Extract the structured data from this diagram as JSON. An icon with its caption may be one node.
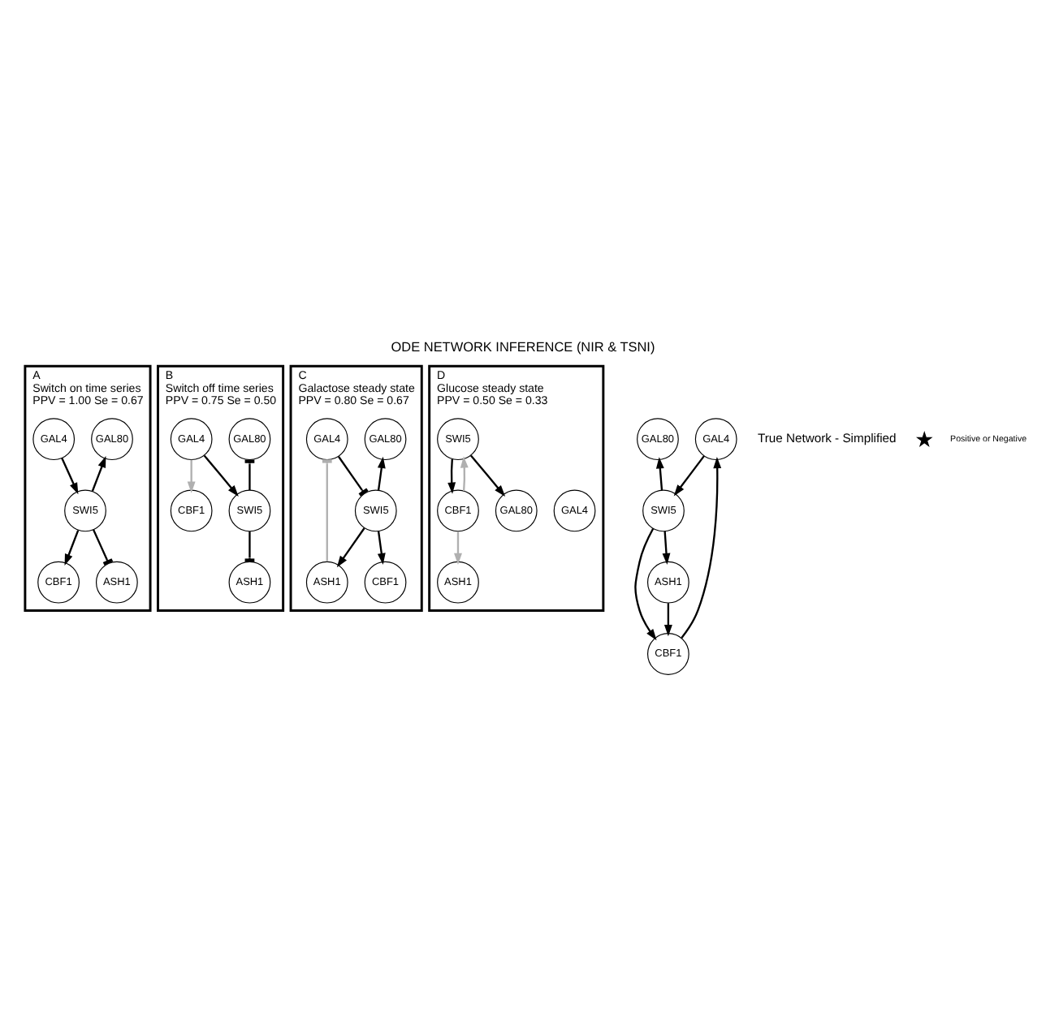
{
  "diagram": {
    "title": "ODE NETWORK INFERENCE (NIR & TSNI)",
    "nodes": [
      {
        "text": [
          "A",
          "Switch on time series",
          "PPV = 1.00 Se = 0.67"
        ]
      },
      {
        "text": [
          "GAL80"
        ],
        "in": 0
      },
      {
        "text": [
          "GAL4"
        ],
        "in": 0
      },
      {
        "text": [
          "CBF1"
        ],
        "in": 0
      },
      {
        "text": [
          "SWI5"
        ],
        "in": 0
      },
      {
        "text": [
          "ASH1"
        ],
        "in": 0
      },
      {
        "text": [
          "B",
          "Switch off time series",
          "PPV = 0.75 Se = 0.50"
        ]
      },
      {
        "text": [
          "GAL80"
        ],
        "in": 6
      },
      {
        "text": [
          "GAL4"
        ],
        "in": 6
      },
      {
        "text": [
          "CBF1"
        ],
        "in": 6
      },
      {
        "text": [
          "SWI5"
        ],
        "in": 6
      },
      {
        "text": [
          "ASH1"
        ],
        "in": 6
      },
      {
        "text": [
          "C",
          "Galactose steady state",
          "PPV = 0.80 Se = 0.67"
        ]
      },
      {
        "text": [
          "GAL80"
        ],
        "in": 12
      },
      {
        "text": [
          "GAL4"
        ],
        "in": 12
      },
      {
        "text": [
          "CBF1"
        ],
        "in": 12
      },
      {
        "text": [
          "SWI5"
        ],
        "in": 12
      },
      {
        "text": [
          "ASH1"
        ],
        "in": 12
      },
      {
        "text": [
          "D",
          "Glucose steady state",
          "PPV = 0.50 Se = 0.33"
        ]
      },
      {
        "text": [
          "GAL80"
        ],
        "in": 18
      },
      {
        "text": [
          "GAL4"
        ],
        "in": 18
      },
      {
        "text": [
          "CBF1"
        ],
        "in": 18
      },
      {
        "text": [
          "SWI5"
        ],
        "in": 18
      },
      {
        "text": [
          "ASH1"
        ],
        "in": 18
      },
      {
        "text": [
          "GAL80"
        ]
      },
      {
        "text": [
          "GAL4"
        ]
      },
      {
        "text": [
          "CBF1"
        ]
      },
      {
        "text": [
          "SWI5"
        ]
      },
      {
        "text": [
          "ASH1"
        ]
      }
    ],
    "edges": [
      {
        "from": 4,
        "to": 1,
        "arrow": "to"
      },
      {
        "from": 2,
        "to": 4,
        "arrow": "to"
      },
      {
        "from": 4,
        "to": 3,
        "arrow": "to"
      },
      {
        "from": 4,
        "to": 5,
        "arrow": "other"
      },
      {
        "from": 10,
        "to": 7,
        "arrow": "other"
      },
      {
        "from": 8,
        "to": 10,
        "arrow": "to"
      },
      {
        "from": 8,
        "to": 9,
        "arrow": "to",
        "color": "#b0b0b0"
      },
      {
        "from": 10,
        "to": 11,
        "arrow": "other"
      },
      {
        "from": 16,
        "to": 13,
        "arrow": "to"
      },
      {
        "from": 14,
        "to": 16,
        "arrow": "other"
      },
      {
        "from": 16,
        "to": 15,
        "arrow": "to"
      },
      {
        "from": 16,
        "to": 17,
        "arrow": "to"
      },
      {
        "from": 17,
        "to": 14,
        "arrow": "other",
        "color": "#b0b0b0"
      },
      {
        "from": 22,
        "to": 19,
        "arrow": "to"
      },
      {
        "from": 22,
        "to": 21,
        "arrow": "to"
      },
      {
        "from": 21,
        "to": 22,
        "arrow": "to",
        "color": "#b0b0b0"
      },
      {
        "from": 21,
        "to": 23,
        "arrow": "to",
        "color": "#b0b0b0"
      },
      {
        "from": 27,
        "to": 24,
        "arrow": "to"
      },
      {
        "from": 25,
        "to": 27,
        "arrow": "to"
      },
      {
        "from": 27,
        "to": 26,
        "arrow": "to"
      },
      {
        "from": 26,
        "to": 25,
        "arrow": "to"
      },
      {
        "from": 27,
        "to": 28,
        "arrow": "to"
      },
      {
        "from": 28,
        "to": 26,
        "arrow": "to"
      }
    ],
    "labels": [
      "True Network - Simplified"
    ],
    "legend": [
      {
        "text": "Positive or Negative"
      }
    ]
  }
}
